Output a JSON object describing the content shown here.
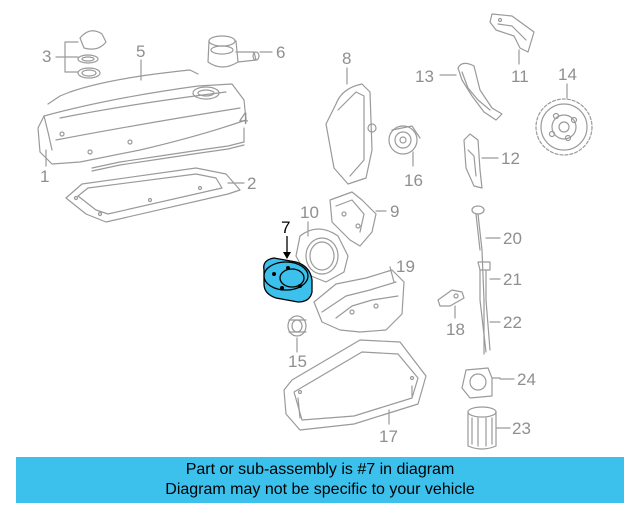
{
  "diagram": {
    "callouts": [
      "1",
      "2",
      "3",
      "4",
      "5",
      "6",
      "7",
      "8",
      "9",
      "10",
      "11",
      "12",
      "13",
      "14",
      "15",
      "16",
      "17",
      "18",
      "19",
      "20",
      "21",
      "22",
      "23",
      "24"
    ],
    "highlighted_part": "7",
    "highlight_color": "#3cc0ec",
    "line_color": "#9a9a9a"
  },
  "caption": {
    "line1": "Part or sub-assembly is #7 in diagram",
    "line2": "Diagram may not be specific to your vehicle"
  }
}
